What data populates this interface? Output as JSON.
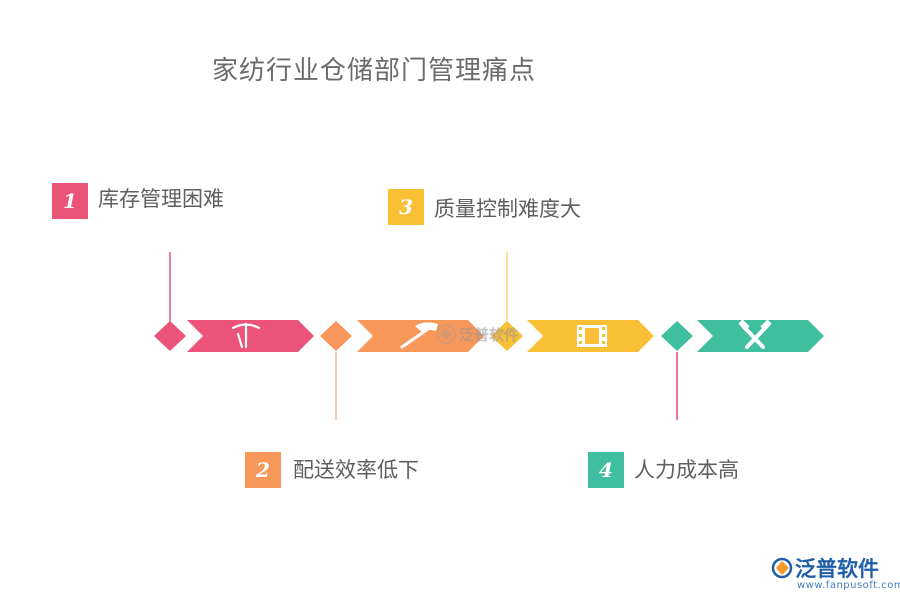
{
  "title": "家纺行业仓储部门管理痛点",
  "steps": [
    {
      "number": "1",
      "label": "库存管理困难",
      "color": "#ec5379",
      "icon": "pickaxe-icon"
    },
    {
      "number": "2",
      "label": "配送效率低下",
      "color": "#f7985a",
      "icon": "hammer-icon"
    },
    {
      "number": "3",
      "label": "质量控制难度大",
      "color": "#f9bf35",
      "icon": "film-strip-icon"
    },
    {
      "number": "4",
      "label": "人力成本高",
      "color": "#3fbf9f",
      "icon": "crossed-tools-icon"
    }
  ],
  "watermark": {
    "text": "泛普软件"
  },
  "logo": {
    "name": "泛普软件",
    "url": "www.fanpusoft.com",
    "color": "#1f5ea8"
  }
}
